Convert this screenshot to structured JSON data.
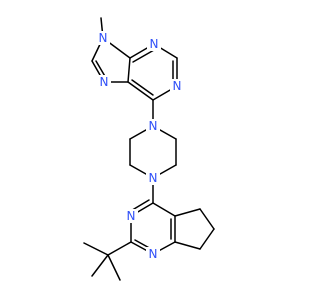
{
  "molecule": {
    "atom_labels": [
      {
        "id": "n-purine-n9",
        "text": "N"
      },
      {
        "id": "n-purine-n3",
        "text": "N"
      },
      {
        "id": "n-purine-n7",
        "text": "N"
      },
      {
        "id": "n-purine-n1",
        "text": "N"
      },
      {
        "id": "n-piperazine-top",
        "text": "N"
      },
      {
        "id": "n-piperazine-bottom",
        "text": "N"
      },
      {
        "id": "n-pyrimidine-n3",
        "text": "N"
      },
      {
        "id": "n-pyrimidine-n1",
        "text": "N"
      }
    ],
    "colors": {
      "bond": "#000000",
      "nitrogen": "#3050f8",
      "background": "#ffffff"
    }
  }
}
